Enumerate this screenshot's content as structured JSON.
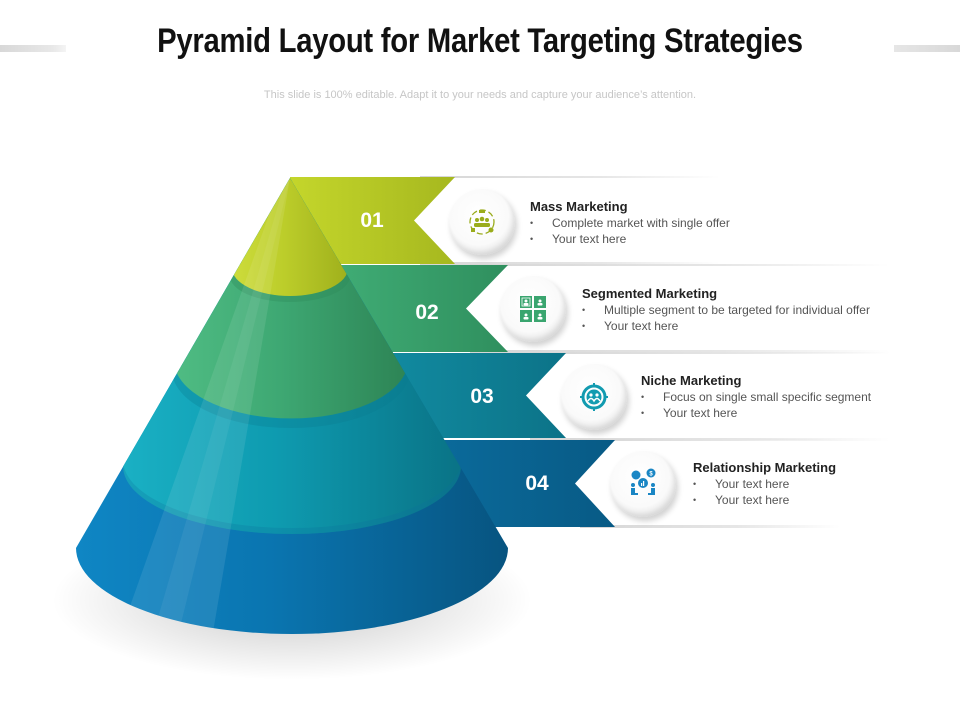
{
  "slide": {
    "title": "Pyramid Layout for Market Targeting Strategies",
    "subtitle": "This slide is 100% editable. Adapt it to your needs and capture your audience’s attention."
  },
  "colors": {
    "level1": "#b5c826",
    "level2": "#3aa56f",
    "level3": "#128ea6",
    "level4": "#0b6a9c"
  },
  "levels": [
    {
      "number": "01",
      "title": "Mass Marketing",
      "icon": "mass-audience-icon",
      "bullets": [
        "Complete market with single offer",
        "Your text here"
      ]
    },
    {
      "number": "02",
      "title": "Segmented Marketing",
      "icon": "segment-grid-icon",
      "bullets": [
        "Multiple segment  to be targeted  for individual offer",
        "Your text here"
      ]
    },
    {
      "number": "03",
      "title": "Niche Marketing",
      "icon": "target-group-icon",
      "bullets": [
        "Focus on single small specific segment",
        "Your text here"
      ]
    },
    {
      "number": "04",
      "title": "Relationship Marketing",
      "icon": "relationship-icon",
      "bullets": [
        "Your text here",
        "Your text here"
      ]
    }
  ]
}
